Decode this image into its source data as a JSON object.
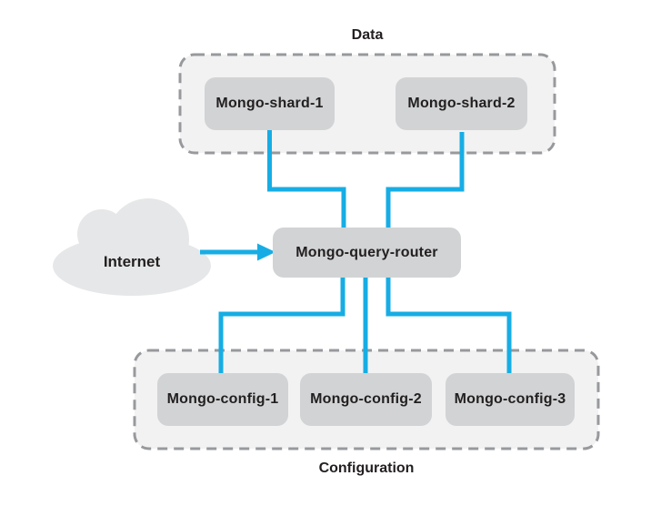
{
  "diagram": {
    "data_group": {
      "label": "Data",
      "nodes": [
        {
          "label": "Mongo-shard-1"
        },
        {
          "label": "Mongo-shard-2"
        }
      ]
    },
    "internet": {
      "label": "Internet"
    },
    "router": {
      "label": "Mongo-query-router"
    },
    "config_group": {
      "label": "Configuration",
      "nodes": [
        {
          "label": "Mongo-config-1"
        },
        {
          "label": "Mongo-config-2"
        },
        {
          "label": "Mongo-config-3"
        }
      ]
    },
    "colors": {
      "connector_blue": "#17ade4",
      "node_fill": "#d1d3d4",
      "group_fill": "#f2f2f3",
      "group_border": "#97999c",
      "cloud_fill": "#e6e7e8",
      "text": "#231f20",
      "background": "#ffffff"
    }
  }
}
